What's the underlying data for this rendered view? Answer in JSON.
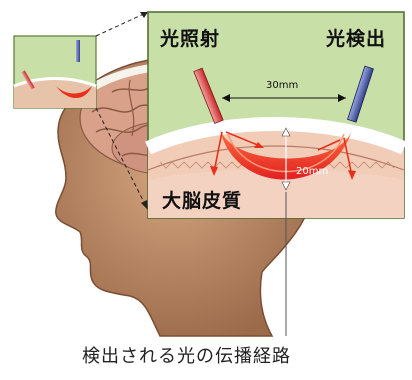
{
  "labels": {
    "emitter": "光照射",
    "detector": "光検出",
    "distance": "30mm",
    "depth": "20mm",
    "cortex": "大脳皮質"
  },
  "caption": "検出される光の伝播経路",
  "colors": {
    "inset_bg": "#c8e0a8",
    "head": "#bf8e6a",
    "brain": "#d9a08a",
    "light_path": "#e8301c",
    "emitter_probe": "#e04848",
    "detector_probe": "#4a5aa8"
  }
}
